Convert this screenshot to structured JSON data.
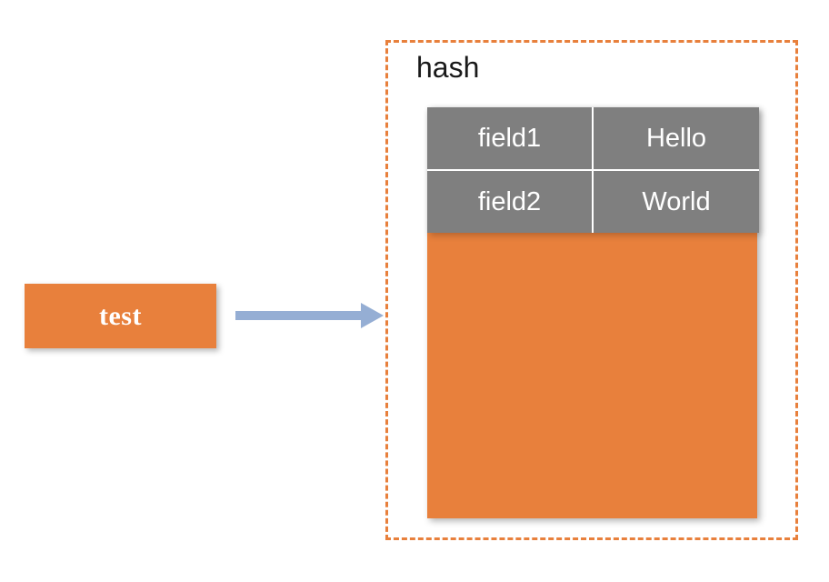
{
  "diagram": {
    "type": "redis-hash-structure",
    "key_box": {
      "label": "test",
      "color": "#E8803C",
      "text_color": "#FFFFFF"
    },
    "arrow": {
      "name": "points-to-arrow",
      "color": "#95AED4",
      "direction": "right"
    },
    "hash_container": {
      "title": "hash",
      "border_color": "#E8803C",
      "border_style": "dashed",
      "body_color": "#E8803C"
    },
    "table": {
      "cell_color": "#7F7F7F",
      "text_color": "#FFFFFF",
      "rows": [
        {
          "field": "field1",
          "value": "Hello"
        },
        {
          "field": "field2",
          "value": "World"
        }
      ]
    }
  }
}
